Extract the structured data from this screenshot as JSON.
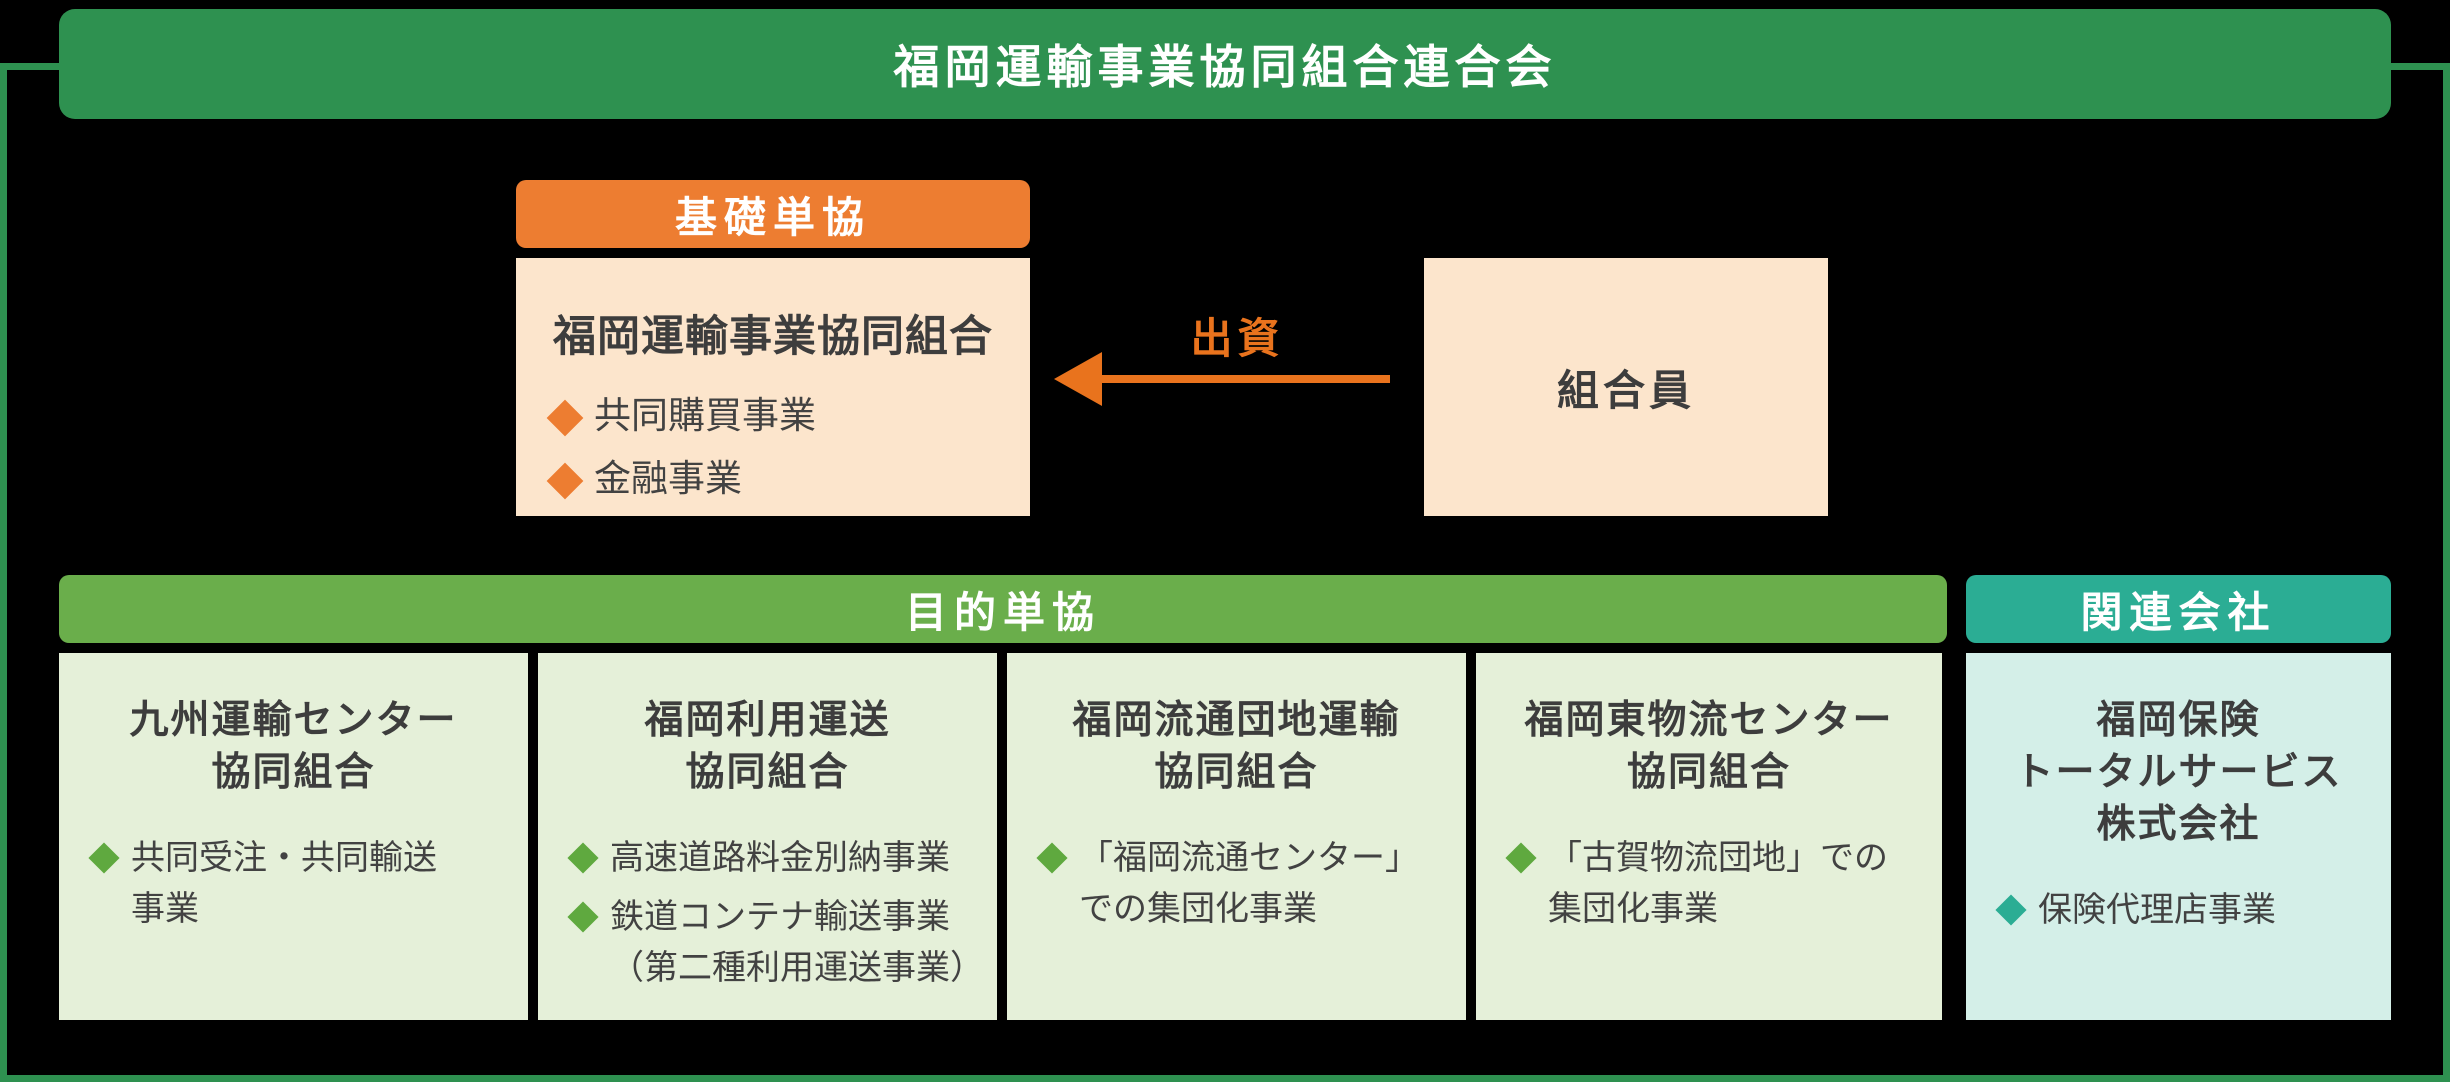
{
  "colors": {
    "frame_green": "#2E9150",
    "purpose_green": "#6AAE4B",
    "purpose_box_bg": "#E5F0D9",
    "bullet_green": "#5FA93F",
    "related_teal": "#2BAD94",
    "related_box_bg": "#D4EFE8",
    "accent_orange": "#ED7D31",
    "arrow_orange": "#E9731D",
    "box_cream": "#FCE5CC",
    "text_dark": "#3D3D3D"
  },
  "header": {
    "title": "福岡運輸事業協同組合連合会"
  },
  "base_union": {
    "tag": "基礎単協",
    "title": "福岡運輸事業協同組合",
    "bullets": [
      "共同購買事業",
      "金融事業"
    ]
  },
  "members": {
    "title": "組合員"
  },
  "investment": {
    "label": "出資"
  },
  "purpose": {
    "tag": "目的単協",
    "boxes": [
      {
        "title": "九州運輸センター\n協同組合",
        "bullets": [
          "共同受注・共同輸送\n事業"
        ]
      },
      {
        "title": "福岡利用運送\n協同組合",
        "bullets": [
          "高速道路料金別納事業",
          "鉄道コンテナ輸送事業\n（第二種利用運送事業）"
        ]
      },
      {
        "title": "福岡流通団地運輸\n協同組合",
        "bullets": [
          "「福岡流通センター」\nでの集団化事業"
        ]
      },
      {
        "title": "福岡東物流センター\n協同組合",
        "bullets": [
          "「古賀物流団地」での\n集団化事業"
        ]
      }
    ]
  },
  "related": {
    "tag": "関連会社",
    "box": {
      "title": "福岡保険\nトータルサービス\n株式会社",
      "bullets": [
        "保険代理店事業"
      ]
    }
  }
}
